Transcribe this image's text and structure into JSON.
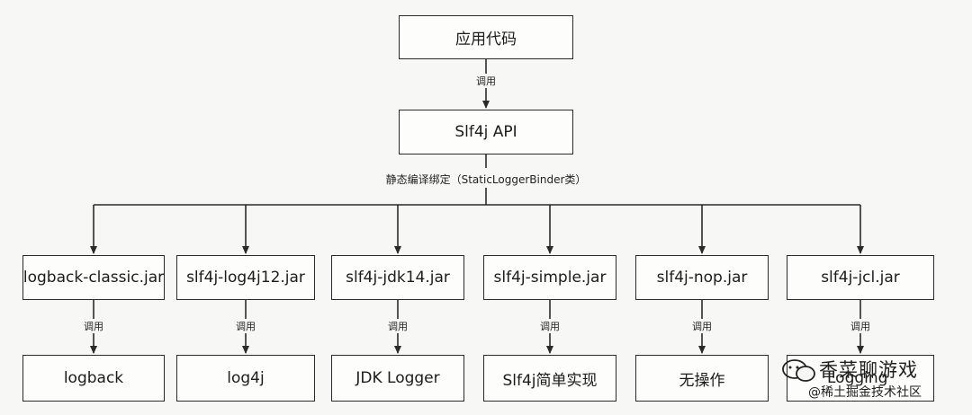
{
  "app_code": "应用代码",
  "call_label": "调用",
  "api": "Slf4j API",
  "binding_label": "静态编译绑定（StaticLoggerBinder类）",
  "adapters": [
    "logback-classic.jar",
    "slf4j-log4j12.jar",
    "slf4j-jdk14.jar",
    "slf4j-simple.jar",
    "slf4j-nop.jar",
    "slf4j-jcl.jar"
  ],
  "implementations": [
    "logback",
    "log4j",
    "JDK Logger",
    "Slf4j简单实现",
    "无操作",
    "Logging"
  ],
  "watermark": {
    "title": "香菜聊游戏",
    "subtitle": "@稀土掘金技术社区"
  }
}
